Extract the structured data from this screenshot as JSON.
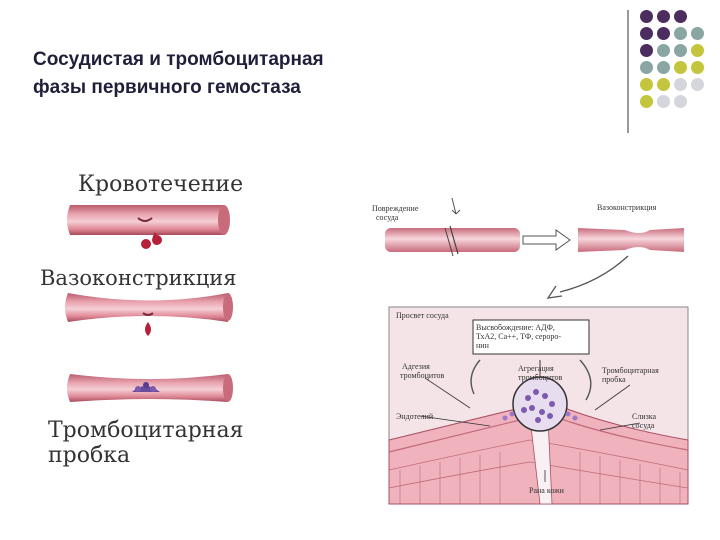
{
  "slide": {
    "title_line1": "Сосудистая и тромбоцитарная",
    "title_line2": "фазы первичного гемостаза"
  },
  "left_panel": {
    "label_bleeding": "Кровотечение",
    "label_vasoconstriction": "Вазоконстрикция",
    "label_plug_line1": "Тромбоцитарная",
    "label_plug_line2": "пробка"
  },
  "right_panel": {
    "damage_line1": "Повреждение",
    "damage_line2": "сосуда",
    "vasoconstriction": "Вазоконстрикция",
    "lumen": "Просвет сосуда",
    "release_line1": "Высвобождение: АДФ,",
    "release_line2": "ТхА2, Са++, ТФ, сероро-",
    "release_line3": "нин",
    "adhesion_line1": "Адгезия",
    "adhesion_line2": "тромбоцитов",
    "aggregation_line1": "Агрегация",
    "aggregation_line2": "тромбоцитов",
    "plug_line1": "Тромбоцитарная",
    "plug_line2": "пробка",
    "endothelium": "Эндотелий",
    "mucosa_line1": "Слизка",
    "mucosa_line2": "сосуда",
    "skin_wound": "Рана кожи"
  },
  "colors": {
    "vessel": "#e08a98",
    "vessel_light": "#f2c2ca",
    "blood": "#b8203a",
    "platelet": "#6a4a9a",
    "dot_purple": "#4b2d5f",
    "dot_teal": "#8aa6a3",
    "dot_olive": "#c3c53d",
    "dot_grey": "#d5d5dc"
  }
}
